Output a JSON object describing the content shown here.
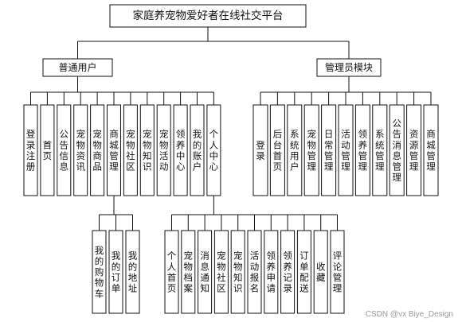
{
  "diagram": {
    "root": "家庭养宠物爱好者在线社交平台",
    "user_module": {
      "title": "普通用户",
      "children": [
        "登录注册",
        "首页",
        "公告信息",
        "宠物资讯",
        "宠物商品",
        "商城管理",
        "宠物社区",
        "宠物知识",
        "宠物活动",
        "领养中心",
        "我的账户",
        "个人中心"
      ],
      "mall_children": [
        "我的购物车",
        "我的订单",
        "我的地址"
      ],
      "personal_children": [
        "个人首页",
        "宠物档案",
        "消息通知",
        "宠物社区",
        "宠物知识",
        "活动报名",
        "领养申请",
        "领养记录",
        "订单配送",
        "收藏",
        "评论管理"
      ]
    },
    "admin_module": {
      "title": "管理员模块",
      "children": [
        "登录",
        "后台首页",
        "系统用户",
        "宠物管理",
        "日常管理",
        "活动管理",
        "领养管理",
        "系统管理",
        "公告消息管理",
        "资源管理",
        "商城管理"
      ]
    }
  },
  "watermark": "CSDN @vx Biye_Design"
}
